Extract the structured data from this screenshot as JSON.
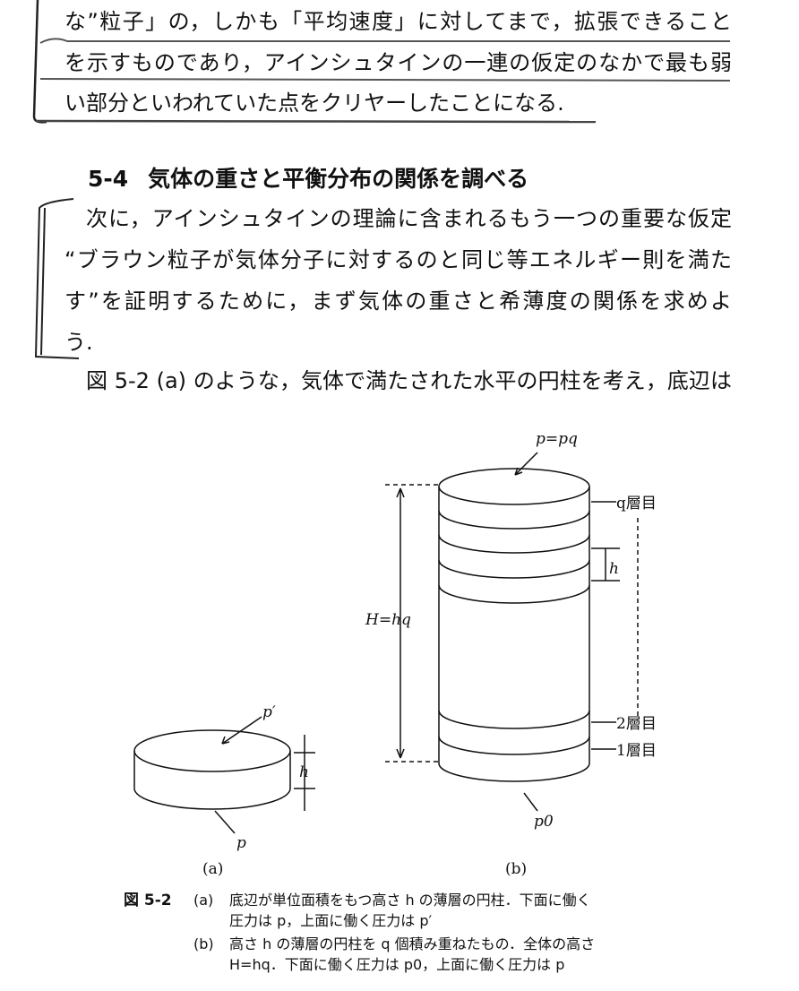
{
  "paragraph1": {
    "lines": [
      "な”粒子」の，しかも「平均速度」に対してまで，拡張できること",
      "を示すものであり，アインシュタインの一連の仮定のなかで最も弱",
      "い部分といわれていた点をクリヤーしたことになる."
    ]
  },
  "section": {
    "number": "5-4",
    "title": "気体の重さと平衡分布の関係を調べる"
  },
  "paragraph2": {
    "lines": [
      "次に，アインシュタインの理論に含まれるもう一つの重要な仮定",
      "“ブラウン粒子が気体分子に対するのと同じ等エネルギー則を満た",
      "す”を証明するために，まず気体の重さと希薄度の関係を求めよ",
      "う."
    ]
  },
  "paragraph3": {
    "lines": [
      "図 5-2 (a) のような，気体で満たされた水平の円柱を考え，底辺は"
    ]
  },
  "figure": {
    "a": {
      "top_label": "p′",
      "height_label": "h",
      "bottom_label": "p",
      "sub_label": "(a)"
    },
    "b": {
      "top_label": "p=pq",
      "height_total_label": "H=hq",
      "layer_q": "q層目",
      "layer_2": "2層目",
      "layer_1": "1層目",
      "layer_h": "h",
      "bottom_label": "p0",
      "sub_label": "(b)"
    }
  },
  "caption": {
    "figure_no": "図 5-2",
    "a_tag": "(a)",
    "a_line1": "底辺が単位面積をもつ高さ h の薄層の円柱．下面に働く",
    "a_line2": "圧力は p，上面に働く圧力は p′",
    "b_tag": "(b)",
    "b_line1": "高さ h の薄層の円柱を q 個積み重ねたもの．全体の高さ",
    "b_line2": "H=hq．下面に働く圧力は p0，上面に働く圧力は p"
  }
}
